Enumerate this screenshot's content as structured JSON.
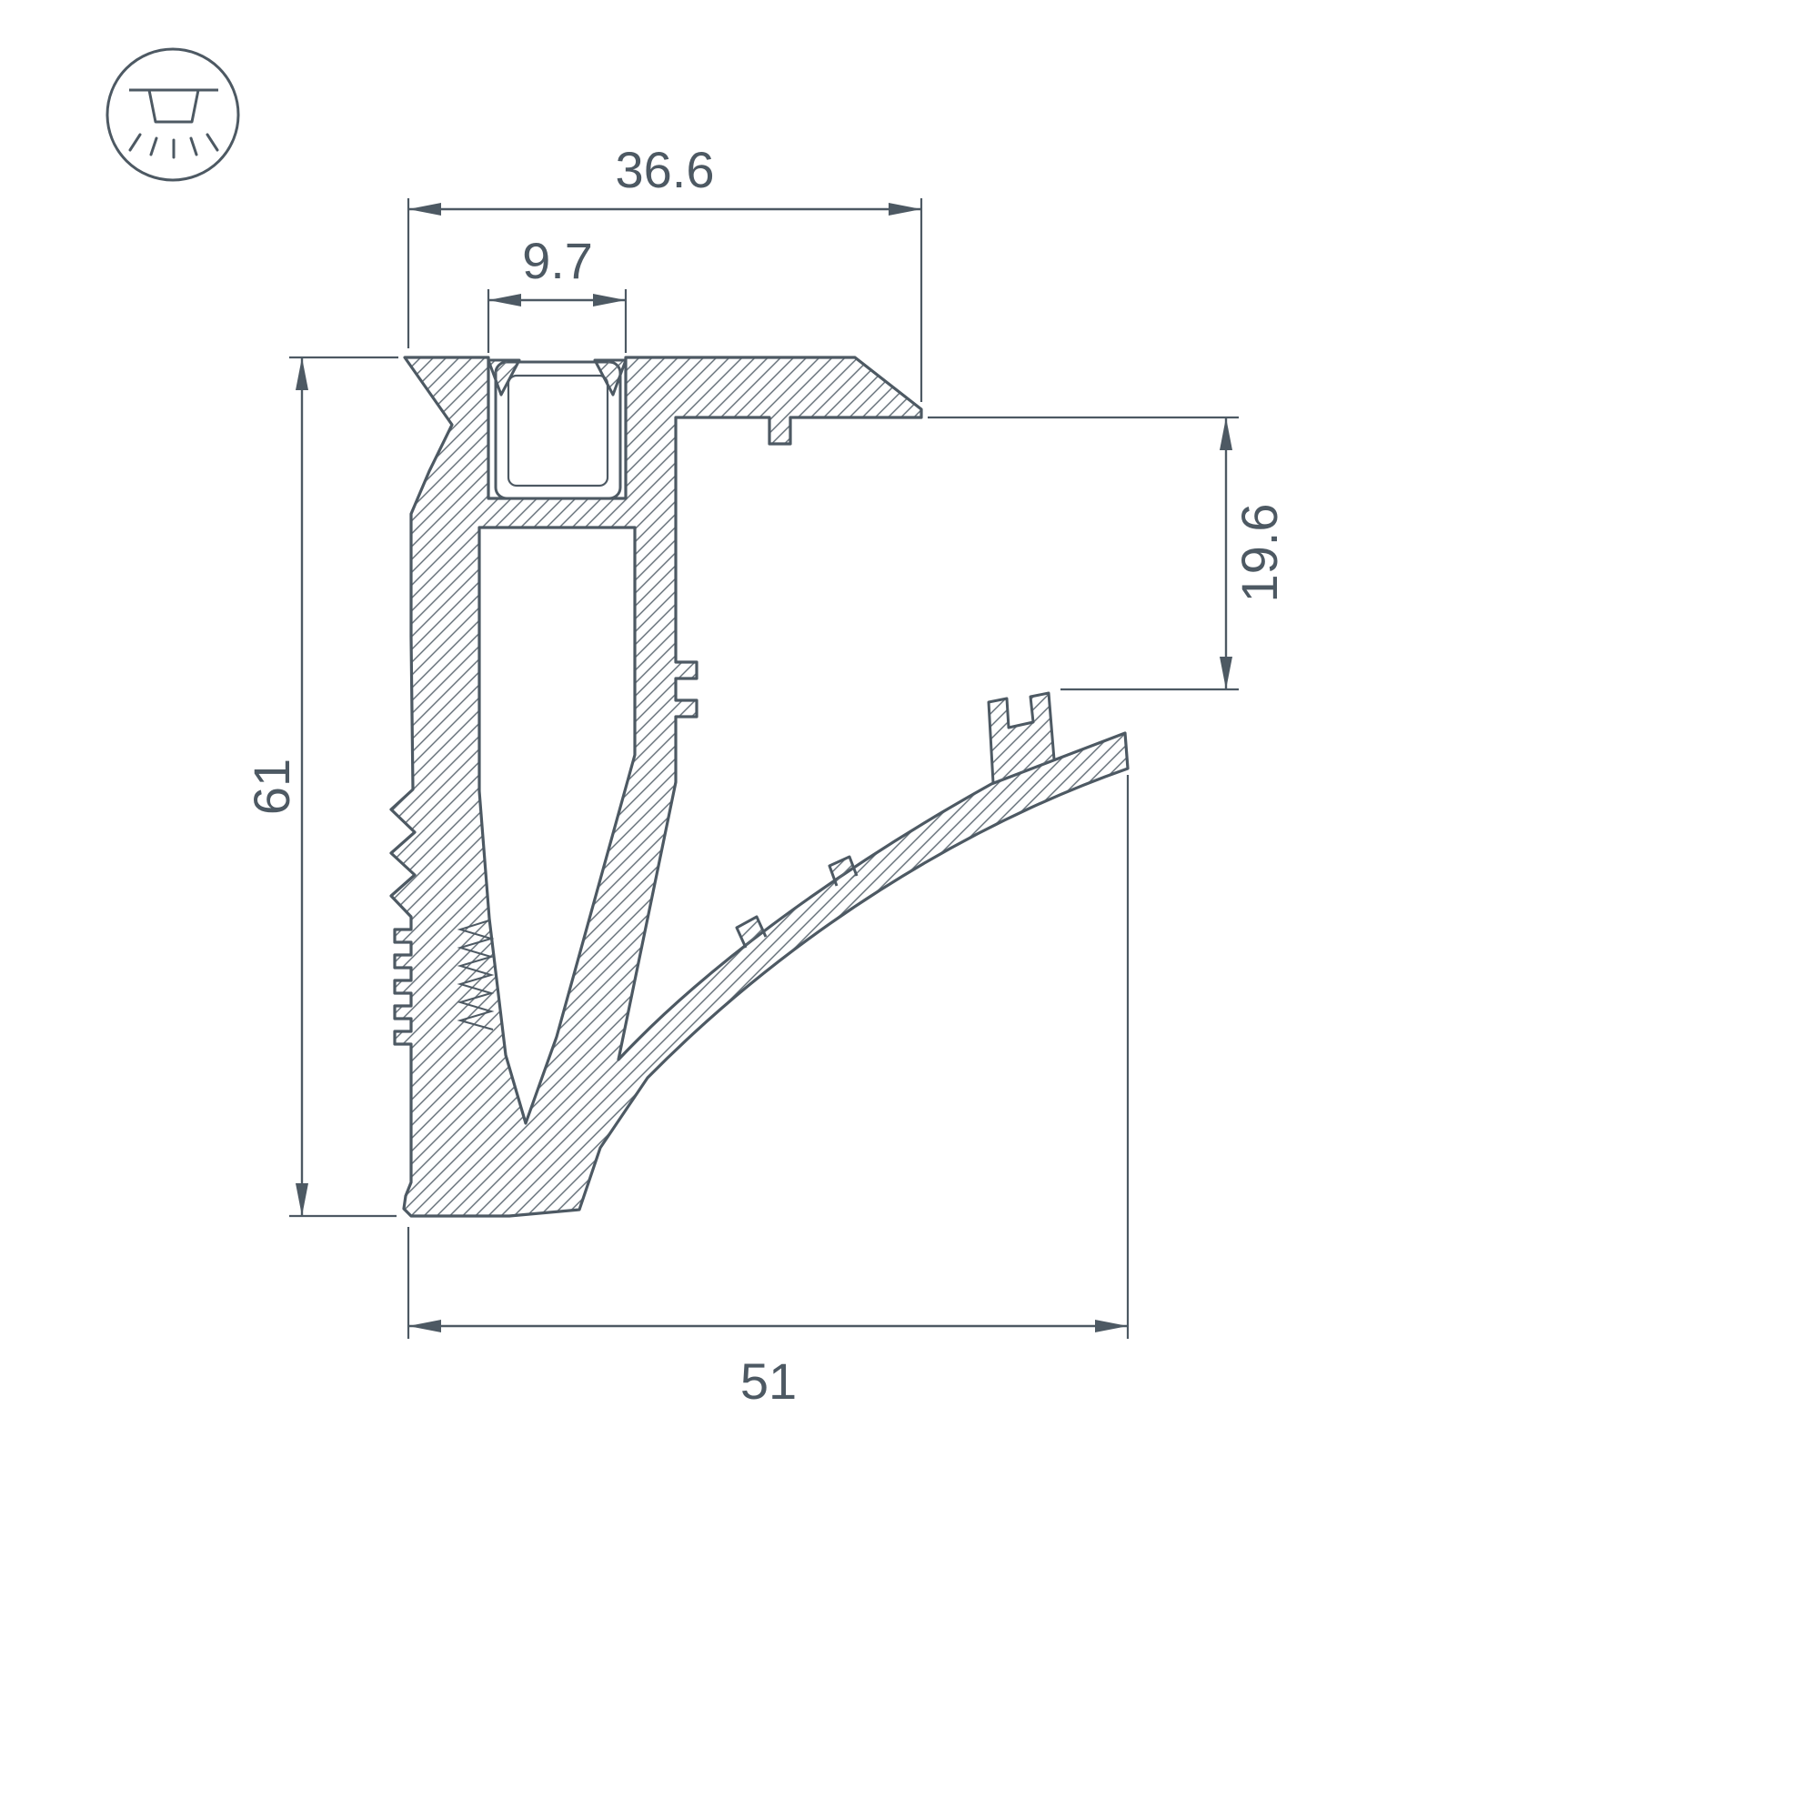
{
  "drawing": {
    "title": "LED profile cross-section technical drawing",
    "colors": {
      "line": "#4d5963",
      "hatch": "#5d6872",
      "background": "#ffffff"
    },
    "icon": {
      "name": "recessed-ceiling-light-icon"
    },
    "dimensions": {
      "top_width": "36.6",
      "slot_width": "9.7",
      "right_depth": "19.6",
      "overall_height": "61",
      "bottom_width": "51"
    }
  }
}
